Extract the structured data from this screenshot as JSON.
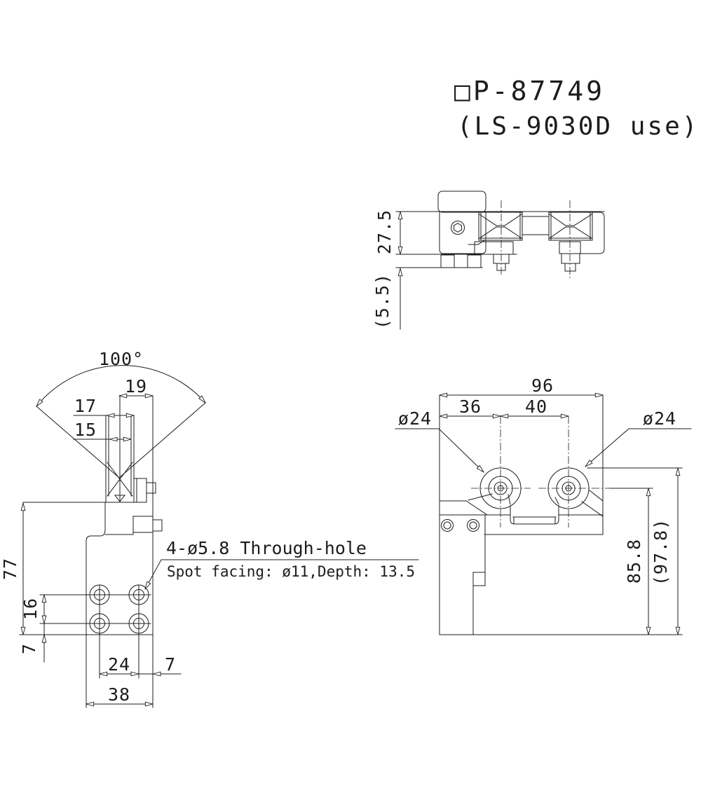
{
  "drawing_title": {
    "line1": "□P-87749",
    "line2": "(LS-9030D use)"
  },
  "colors": {
    "line": "#1c1c1c",
    "background": "#ffffff"
  },
  "views": {
    "top_view": {
      "dims": {
        "body_height": "27.5",
        "foot_height": "(5.5)"
      }
    },
    "front_view": {
      "dims": {
        "swing_angle": "100°",
        "roller_outer_width": "19",
        "roller_mid_width": "17",
        "roller_groove_width": "15",
        "body_height": "77",
        "hole_row_spacing": "16",
        "hole_bottom_offset": "7",
        "hole_col_spacing": "24",
        "hole_right_offset": "7",
        "base_width": "38"
      },
      "note": {
        "line1": "4-ø5.8 Through-hole",
        "line2": "Spot facing: ø11,Depth: 13.5"
      }
    },
    "side_view": {
      "dims": {
        "overall_width": "96",
        "left_to_roller_center": "36",
        "roller_center_spacing": "40",
        "roller_left_dia": "ø24",
        "roller_right_dia": "ø24",
        "base_to_roller_center": "85.8",
        "overall_height": "(97.8)"
      }
    }
  }
}
